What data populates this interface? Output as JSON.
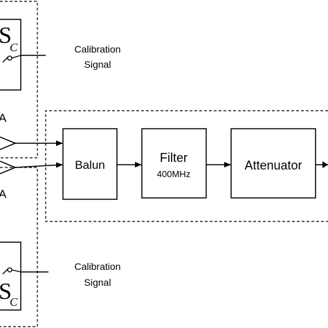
{
  "diagram": {
    "top_switch": {
      "symbol": "S",
      "subscript": "C"
    },
    "bottom_switch": {
      "symbol": "S",
      "subscript": "C"
    },
    "top_calibration": {
      "line1": "Calibration",
      "line2": "Signal"
    },
    "bottom_calibration": {
      "line1": "Calibration",
      "line2": "Signal"
    },
    "top_amp_label": "A",
    "bottom_amp_label": "A",
    "blocks": {
      "balun": {
        "label": "Balun"
      },
      "filter": {
        "label": "Filter",
        "sublabel": "400MHz"
      },
      "attenuator": {
        "label": "Attenuator"
      }
    }
  }
}
